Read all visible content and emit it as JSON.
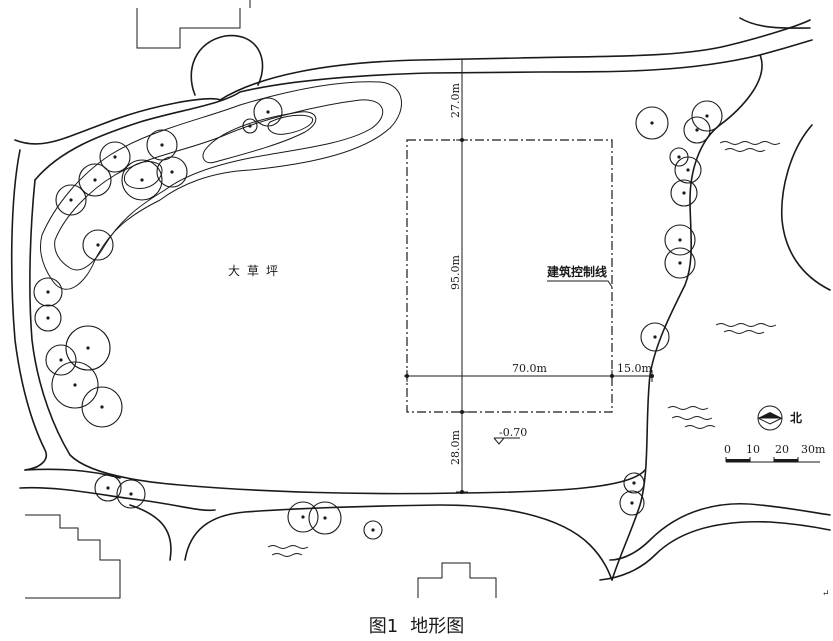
{
  "map": {
    "lawn_label": "大草坪",
    "control_line_label": "建筑控制线",
    "dim_top": "27.0m",
    "dim_height": "95.0m",
    "dim_width": "70.0m",
    "dim_right": "15.0m",
    "dim_bottom": "28.0m",
    "elevation": "-0.70",
    "north_label": "北",
    "scale_ticks": [
      "0",
      "10",
      "20",
      "30m"
    ]
  },
  "caption": {
    "figure_no": "图1",
    "title": "地形图"
  },
  "back_arrow": "↵"
}
